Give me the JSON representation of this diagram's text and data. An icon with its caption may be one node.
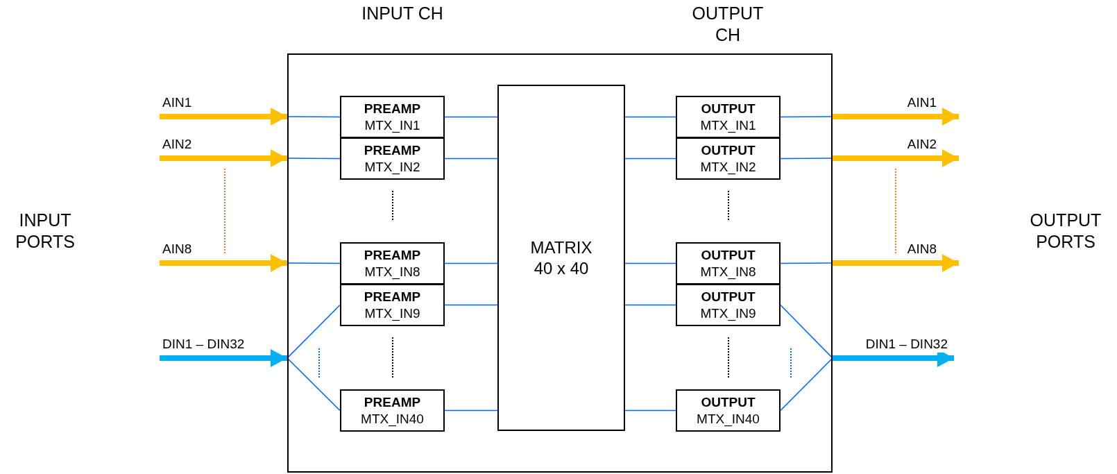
{
  "diagram": {
    "nodes": [
      {
        "text": [],
        "shape": "box"
      },
      {
        "text": [
          "PREAMP",
          "MTX_IN1"
        ],
        "in": 0
      },
      {
        "text": [
          "PREAMP",
          "MTX_IN2"
        ],
        "in": 0
      },
      {
        "text": [
          "PREAMP",
          "MTX_IN8"
        ],
        "in": 0
      },
      {
        "text": [
          "PREAMP",
          "MTX_IN9"
        ],
        "in": 0
      },
      {
        "text": [
          "PREAMP",
          "MTX_IN40"
        ],
        "in": 0
      },
      {
        "text": [
          "MATRIX",
          "40 x 40"
        ],
        "in": 0
      },
      {
        "text": [
          "OUTPUT",
          "MTX_IN1"
        ],
        "in": 0
      },
      {
        "text": [
          "OUTPUT",
          "MTX_IN2"
        ],
        "in": 0
      },
      {
        "text": [
          "OUTPUT",
          "MTX_IN8"
        ],
        "in": 0
      },
      {
        "text": [
          "OUTPUT",
          "MTX_IN9"
        ],
        "in": 0
      },
      {
        "text": [
          "OUTPUT",
          "MTX_IN40"
        ],
        "in": 0
      }
    ],
    "edges": [
      {
        "from": null,
        "to": 0,
        "arrow": "to",
        "label": "AIN1",
        "style": "thick",
        "color": "#ffc000"
      },
      {
        "from": null,
        "to": 0,
        "arrow": "to",
        "label": "AIN2",
        "style": "thick",
        "color": "#ffc000"
      },
      {
        "from": null,
        "to": 0,
        "arrow": "to",
        "label": "AIN8",
        "style": "thick",
        "color": "#ffc000"
      },
      {
        "from": null,
        "to": 0,
        "arrow": "to",
        "label": "DIN1 – DIN32",
        "style": "thick",
        "color": "#00b0f0"
      },
      {
        "from": 0,
        "to": 1,
        "arrow": "none"
      },
      {
        "from": 0,
        "to": 2,
        "arrow": "none"
      },
      {
        "from": 0,
        "to": 3,
        "arrow": "none"
      },
      {
        "from": 0,
        "to": 4,
        "arrow": "none"
      },
      {
        "from": 0,
        "to": 5,
        "arrow": "none"
      },
      {
        "from": 1,
        "to": 6,
        "arrow": "none"
      },
      {
        "from": 2,
        "to": 6,
        "arrow": "none"
      },
      {
        "from": 3,
        "to": 6,
        "arrow": "none"
      },
      {
        "from": 4,
        "to": 6,
        "arrow": "none"
      },
      {
        "from": 5,
        "to": 6,
        "arrow": "none"
      },
      {
        "from": 6,
        "to": 7,
        "arrow": "none"
      },
      {
        "from": 6,
        "to": 8,
        "arrow": "none"
      },
      {
        "from": 6,
        "to": 9,
        "arrow": "none"
      },
      {
        "from": 6,
        "to": 10,
        "arrow": "none"
      },
      {
        "from": 6,
        "to": 11,
        "arrow": "none"
      },
      {
        "from": 7,
        "to": 0,
        "arrow": "none"
      },
      {
        "from": 8,
        "to": 0,
        "arrow": "none"
      },
      {
        "from": 9,
        "to": 0,
        "arrow": "none"
      },
      {
        "from": 10,
        "to": 0,
        "arrow": "none"
      },
      {
        "from": 11,
        "to": 0,
        "arrow": "none"
      },
      {
        "from": 0,
        "to": null,
        "arrow": "to",
        "label": "AIN1",
        "style": "thick",
        "color": "#ffc000"
      },
      {
        "from": 0,
        "to": null,
        "arrow": "to",
        "label": "AIN2",
        "style": "thick",
        "color": "#ffc000"
      },
      {
        "from": 0,
        "to": null,
        "arrow": "to",
        "label": "AIN8",
        "style": "thick",
        "color": "#ffc000"
      },
      {
        "from": 0,
        "to": null,
        "arrow": "to",
        "label": "DIN1 – DIN32",
        "style": "thick",
        "color": "#00b0f0"
      }
    ],
    "labels": [
      "INPUT CH",
      "OUTPUT CH",
      "INPUT PORTS",
      "OUTPUT PORTS"
    ]
  }
}
